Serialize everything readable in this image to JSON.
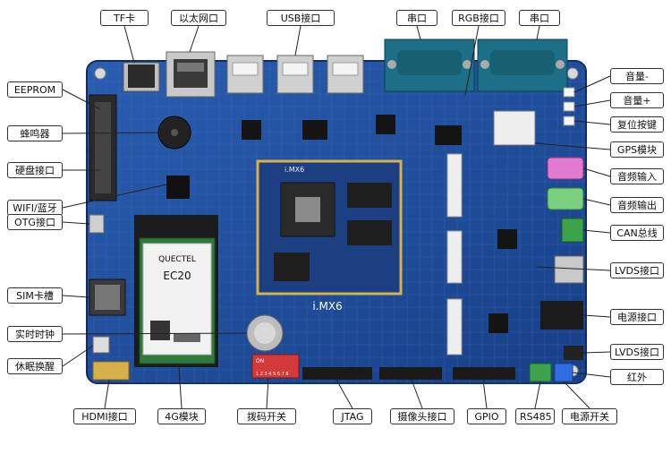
{
  "labels": {
    "tf_card": "TF卡",
    "ethernet": "以太网口",
    "usb": "USB接口",
    "serial_1": "串口",
    "rgb": "RGB接口",
    "serial_2": "串口",
    "eeprom": "EEPROM",
    "buzzer": "蜂鸣器",
    "hdd": "硬盘接口",
    "wifi_bt": "WIFI/蓝牙",
    "otg": "OTG接口",
    "sim": "SIM卡槽",
    "rtc": "实时时钟",
    "sleep_wake": "休眠换醒",
    "hdmi": "HDMI接口",
    "module_4g": "4G模块",
    "dip_switch": "拨码开关",
    "jtag": "JTAG",
    "camera": "摄像头接口",
    "gpio": "GPIO",
    "rs485": "RS485",
    "power_switch": "电源开关",
    "vol_down": "音量-",
    "vol_up": "音量+",
    "reset_button": "复位按键",
    "gps": "GPS模块",
    "audio_in": "音频输入",
    "audio_out": "音频输出",
    "can": "CAN总线",
    "lvds_1": "LVDS接口",
    "power_port": "电源接口",
    "lvds_2": "LVDS接口",
    "infrared": "红外"
  },
  "board": {
    "core_label": "i.MX6",
    "core_silk": "i.MX6",
    "module_brand": "QUECTEL",
    "module_model": "EC20",
    "dip_on": "ON",
    "dip_numbers": "1 2 3 4 5 6 7 8"
  },
  "colors": {
    "board": "#1f4f9c",
    "board_dark": "#163d7e",
    "leader": "#222222",
    "module_green": "#2f7a3a"
  }
}
